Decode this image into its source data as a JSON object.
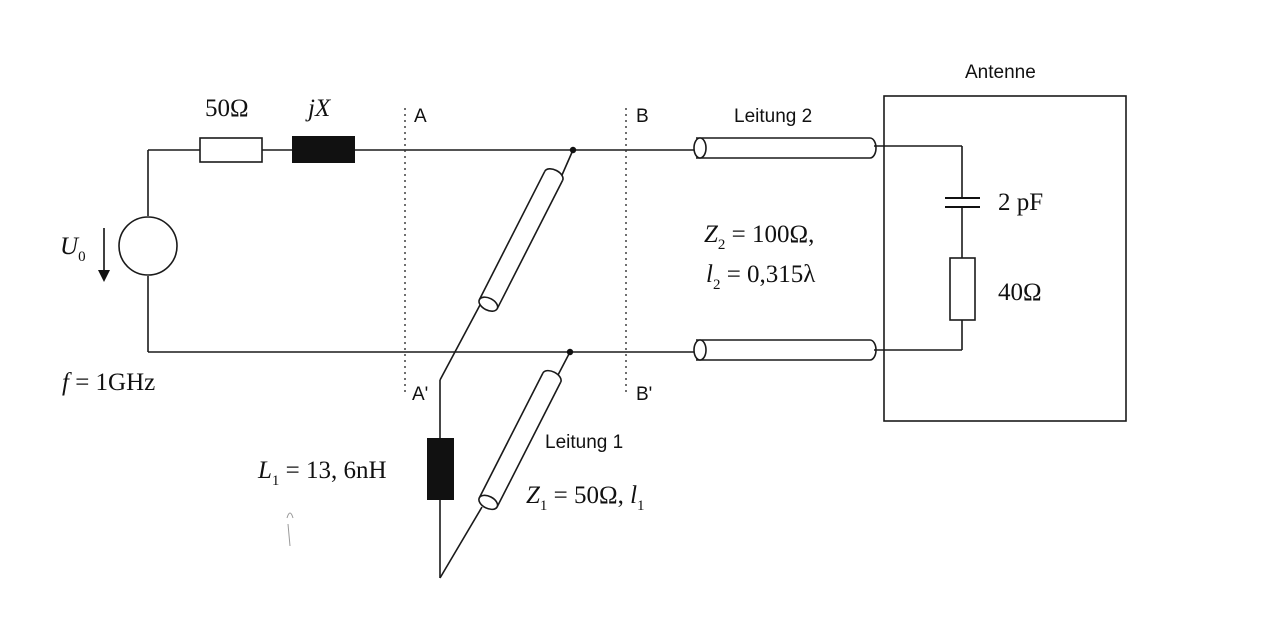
{
  "labels": {
    "antenna_title": "Antenne",
    "line2_title": "Leitung 2",
    "line1_title": "Leitung 1",
    "port_a": "A",
    "port_a_prime": "A'",
    "port_b": "B",
    "port_b_prime": "B'"
  },
  "components": {
    "source_resistor": "50Ω",
    "series_reactance": "jX",
    "source_voltage_sym": "U",
    "source_voltage_sub": "0",
    "frequency_lhs": "f",
    "frequency_rhs": " = 1GHz",
    "inductor_L1_sym": "L",
    "inductor_L1_sub": "1",
    "inductor_L1_rhs": " = 13, 6nH",
    "antenna_capacitor": "2 pF",
    "antenna_resistor": "40Ω"
  },
  "line_params": {
    "z2_sym": "Z",
    "z2_sub": "2",
    "z2_rhs": " = 100Ω,",
    "l2_sym": "l",
    "l2_sub": "2",
    "l2_rhs": " = 0,315λ",
    "z1_sym": "Z",
    "z1_sub": "1",
    "z1_rhs": " = 50Ω, ",
    "l1_sym": "l",
    "l1_sub": "1"
  }
}
